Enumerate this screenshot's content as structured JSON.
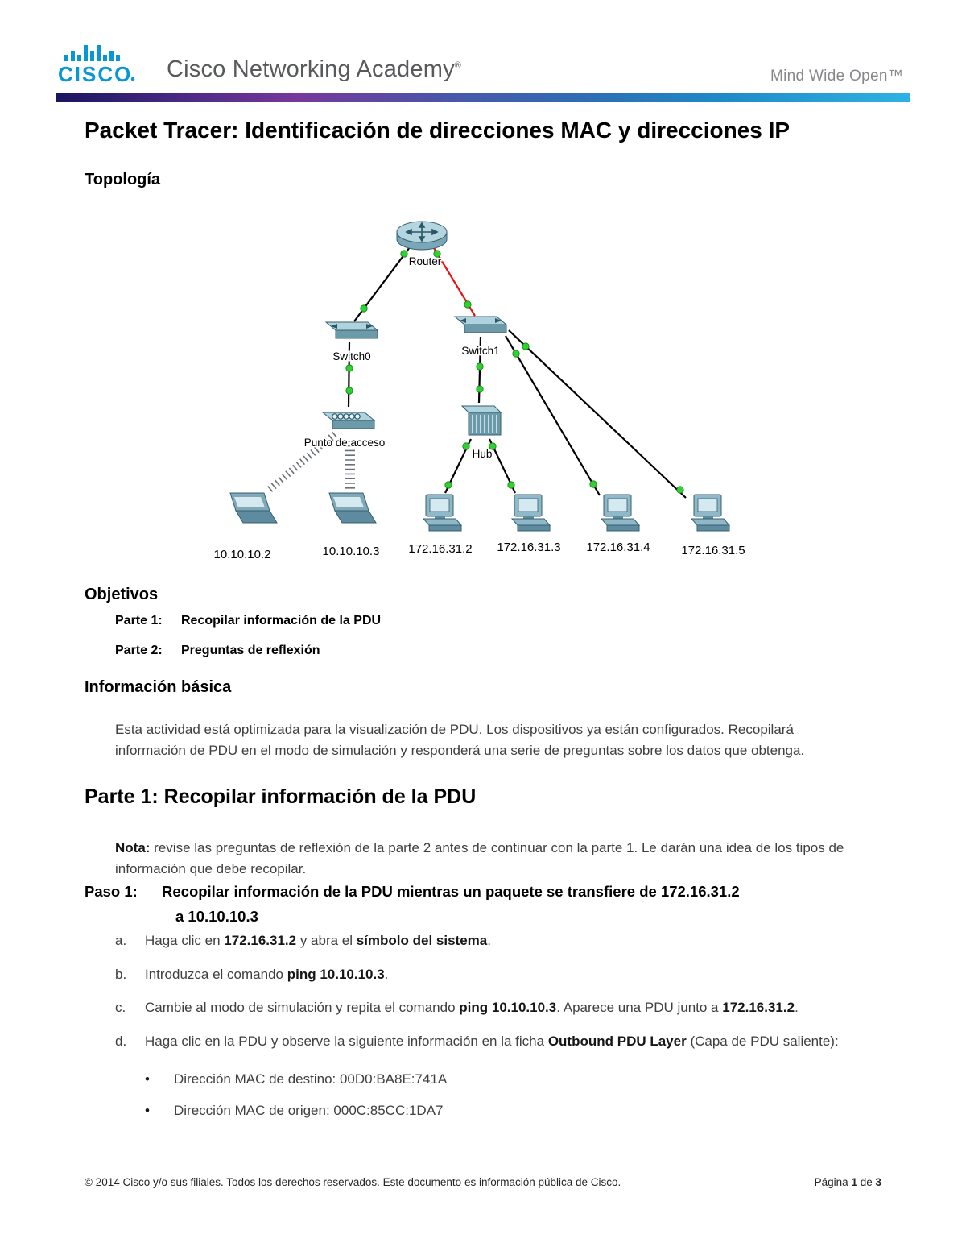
{
  "header": {
    "logo_text": "CISCO",
    "academy_text": "Cisco Networking Academy",
    "academy_reg": "®",
    "tagline": "Mind Wide Open™"
  },
  "colors": {
    "cisco_blue": "#0897d3",
    "link_up_green": "#2fd32f",
    "link_down_red": "#e8110b"
  },
  "title": "Packet Tracer: Identificación de direcciones MAC y direcciones IP",
  "sections": {
    "topologia": "Topología",
    "objetivos": "Objetivos",
    "info_basica": "Información básica",
    "parte1": "Parte 1: Recopilar información de la PDU"
  },
  "topology": {
    "router_label": "Router",
    "switch0_label": "Switch0",
    "switch1_label": "Switch1",
    "ap_label": "Punto de acceso",
    "hub_label": "Hub",
    "laptop1_label": "10.10.10.2",
    "laptop2_label": "10.10.10.3",
    "pc1_label": "172.16.31.2",
    "pc2_label": "172.16.31.3",
    "pc3_label": "172.16.31.4",
    "pc4_label": "172.16.31.5"
  },
  "objetivos_items": [
    {
      "label": "Parte 1:",
      "text": "Recopilar información de la PDU"
    },
    {
      "label": "Parte 2:",
      "text": "Preguntas de reflexión"
    }
  ],
  "info_body": "Esta actividad está optimizada para la visualización de PDU. Los dispositivos ya están configurados. Recopilará información de PDU en el modo de simulación y responderá una serie de preguntas sobre los datos que obtenga.",
  "nota_segments": [
    {
      "t": "Nota:",
      "b": true
    },
    {
      "t": " revise las preguntas de reflexión de la parte 2 antes de continuar con la parte 1. Le darán una idea de los tipos de información que debe recopilar.",
      "b": false
    }
  ],
  "paso1": {
    "label": "Paso 1:",
    "line1": "Recopilar información de la PDU mientras un paquete se transfiere de 172.16.31.2",
    "line2": "a 10.10.10.3"
  },
  "steps": [
    {
      "marker": "a.",
      "segments": [
        {
          "t": "Haga clic en ",
          "b": false
        },
        {
          "t": "172.16.31.2",
          "b": true
        },
        {
          "t": " y abra el ",
          "b": false
        },
        {
          "t": "símbolo del sistema",
          "b": true
        },
        {
          "t": ".",
          "b": false
        }
      ]
    },
    {
      "marker": "b.",
      "segments": [
        {
          "t": "Introduzca el comando ",
          "b": false
        },
        {
          "t": "ping 10.10.10.3",
          "b": true
        },
        {
          "t": ".",
          "b": false
        }
      ]
    },
    {
      "marker": "c.",
      "segments": [
        {
          "t": "Cambie al modo de simulación y repita el comando ",
          "b": false
        },
        {
          "t": "ping 10.10.10.3",
          "b": true
        },
        {
          "t": ". Aparece una PDU junto a ",
          "b": false
        },
        {
          "t": "172.16.31.2",
          "b": true
        },
        {
          "t": ".",
          "b": false
        }
      ]
    },
    {
      "marker": "d.",
      "segments": [
        {
          "t": "Haga clic en la PDU y observe la siguiente información en la ficha ",
          "b": false
        },
        {
          "t": "Outbound PDU Layer",
          "b": true
        },
        {
          "t": " (Capa de PDU saliente):",
          "b": false
        }
      ]
    }
  ],
  "bullets": [
    "Dirección MAC de destino: 00D0:BA8E:741A",
    "Dirección MAC de origen: 000C:85CC:1DA7"
  ],
  "footer": {
    "left": "© 2014 Cisco y/o sus filiales. Todos los derechos reservados. Este documento es información pública de Cisco.",
    "right_segments": [
      {
        "t": "Página ",
        "b": false
      },
      {
        "t": "1",
        "b": true
      },
      {
        "t": " de ",
        "b": false
      },
      {
        "t": "3",
        "b": true
      }
    ]
  }
}
